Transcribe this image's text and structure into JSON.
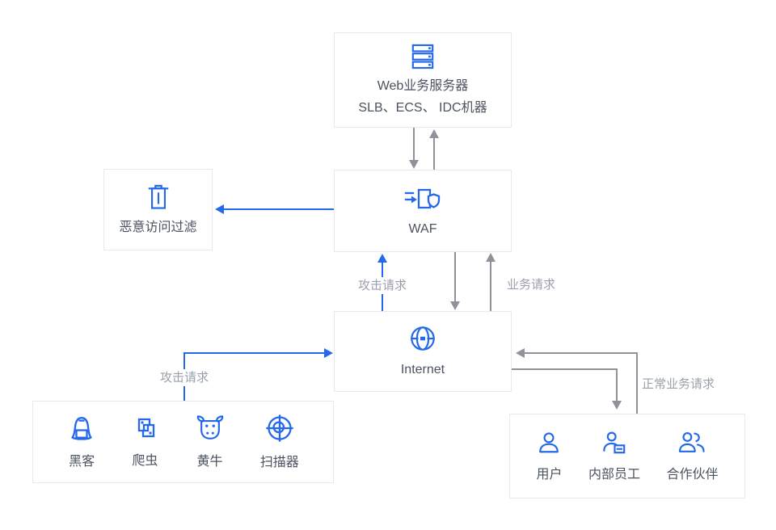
{
  "diagram": {
    "nodes": {
      "web_server": {
        "title": "Web业务服务器",
        "subtitle": "SLB、ECS、 IDC机器",
        "icon": "server-stack-icon"
      },
      "waf": {
        "title": "WAF",
        "icon": "waf-gateway-shield-icon"
      },
      "malicious_filter": {
        "title": "恶意访问过滤",
        "icon": "trash-icon"
      },
      "internet": {
        "title": "Internet",
        "icon": "globe-icon"
      },
      "attack_sources": {
        "items": [
          {
            "label": "黑客",
            "icon": "hacker-icon"
          },
          {
            "label": "爬虫",
            "icon": "crawler-icon"
          },
          {
            "label": "黄牛",
            "icon": "bull-icon"
          },
          {
            "label": "扫描器",
            "icon": "scanner-icon"
          }
        ]
      },
      "normal_users": {
        "items": [
          {
            "label": "用户",
            "icon": "user-icon"
          },
          {
            "label": "内部员工",
            "icon": "employee-badge-icon"
          },
          {
            "label": "合作伙伴",
            "icon": "partners-icon"
          }
        ]
      }
    },
    "edge_labels": {
      "attack_request_waf": "攻击请求",
      "business_request": "业务请求",
      "attack_request_sources": "攻击请求",
      "normal_business_request": "正常业务请求"
    },
    "colors": {
      "accent_blue": "#2468EB",
      "arrow_gray": "#8F9299",
      "box_border": "#E9E9E9",
      "node_text": "#4B5260",
      "edge_label_text": "#9AA0AB"
    }
  }
}
